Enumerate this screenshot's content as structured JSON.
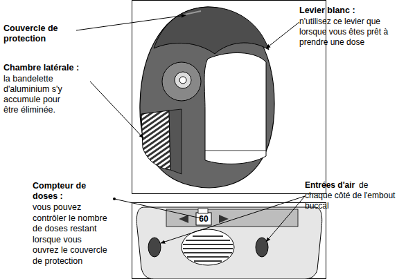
{
  "diagram": {
    "labels": [
      "Couvercle de protection",
      "Levier blanc :",
      "n'utilisez ce levier que lorsque vous êtes prêt à prendre une dose",
      "Chambre latérale :",
      "la bandelette d'aluminium s'y accumule pour être éliminée.",
      "Compteur de doses :",
      "vous pouvez contrôler le nombre de doses restant lorsque vous ouvrez le couvercle de protection",
      "60",
      "Entrées d'air",
      "de chaque côté de l'embout buccal"
    ]
  }
}
